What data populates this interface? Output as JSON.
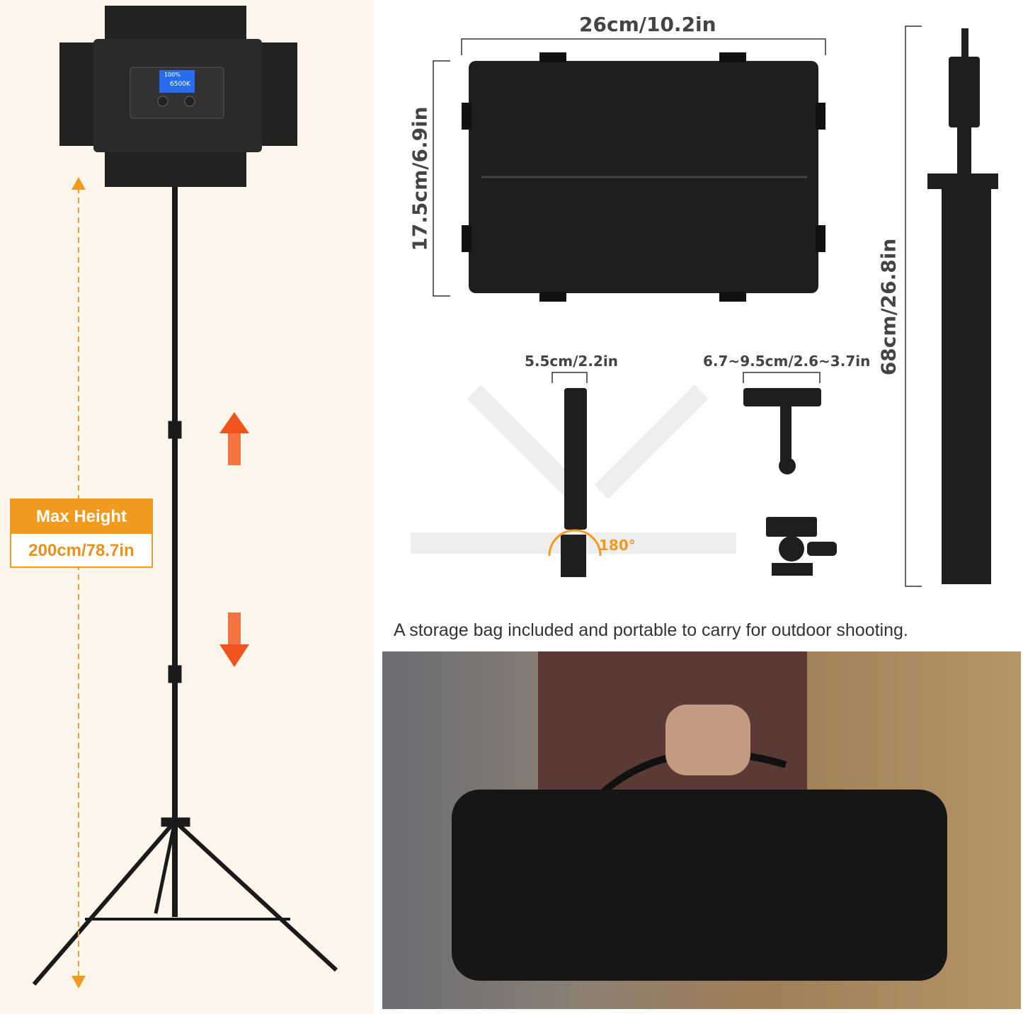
{
  "panel_dimensions": {
    "width": "26cm/10.2in",
    "height": "17.5cm/6.9in"
  },
  "panel_thickness": "5.5cm/2.2in",
  "phone_clip_range": "6.7~9.5cm/2.6~3.7in",
  "stand_folded_length": "68cm/26.8in",
  "rotation_angle": "180°",
  "max_height": {
    "title": "Max Height",
    "value": "200cm/78.7in"
  },
  "lcd": {
    "brightness": "100%",
    "color_temp": "6500K"
  },
  "storage_caption": "A storage bag included and portable to carry for outdoor shooting.",
  "colors": {
    "accent_orange": "#f29a1e",
    "arrow_red": "#f0531c",
    "lcd_blue": "#2a6cf0",
    "panel_black": "#1e1e1e"
  }
}
